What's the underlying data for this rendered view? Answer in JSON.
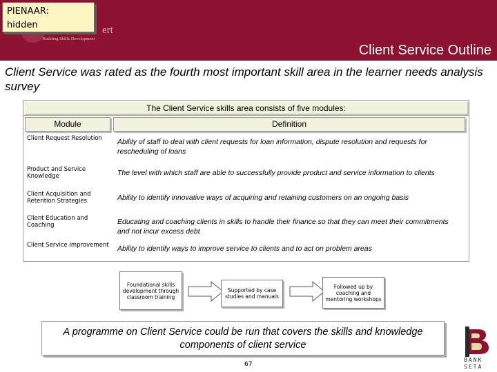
{
  "comment": {
    "author": "PIENAAR:",
    "text": "hidden"
  },
  "header": {
    "logo_word": "ert",
    "logo_tagline": "Building Skills Development",
    "title": "Client Service Outline",
    "bar_color": "#8c1230"
  },
  "intro": "Client Service was rated as the fourth most important skill area in the learner needs analysis survey",
  "table": {
    "caption": "The Client Service skills area consists of five modules:",
    "columns": [
      "Module",
      "Definition"
    ],
    "header_fill": "#f2f2de",
    "rows": [
      {
        "module": "Client Request Resolution",
        "definition": "Ability of staff to deal with client requests for loan information, dispute resolution and requests for rescheduling of loans"
      },
      {
        "module": "Product and Service Knowledge",
        "definition": "The level with which staff are able to successfully provide product and service information to clients"
      },
      {
        "module": "Client Acquisition and Retention Strategies",
        "definition": "Ability to identify innovative ways of acquiring and retaining customers on an ongoing basis"
      },
      {
        "module": "Client Education and Coaching",
        "definition": "Educating and coaching clients in skills to handle their finance so that they can meet their commitments and not incur excess debt"
      },
      {
        "module": "Client Service Improvement",
        "definition": "Ability to identify ways to improve service to clients and to act on problem areas"
      }
    ]
  },
  "flow": {
    "steps": [
      "Foundational skills development through classroom training",
      "Supported by case studies and manuals",
      "Followed up by coaching and mentoring workshops"
    ],
    "arrow_icon": "right-arrow-icon"
  },
  "summary": "A programme on Client Service could be run that covers the skills and knowledge components of client service",
  "page_number": "67",
  "bank_logo": {
    "line1": "BANK",
    "line2": "SETA",
    "accent_color": "#8c1230"
  }
}
